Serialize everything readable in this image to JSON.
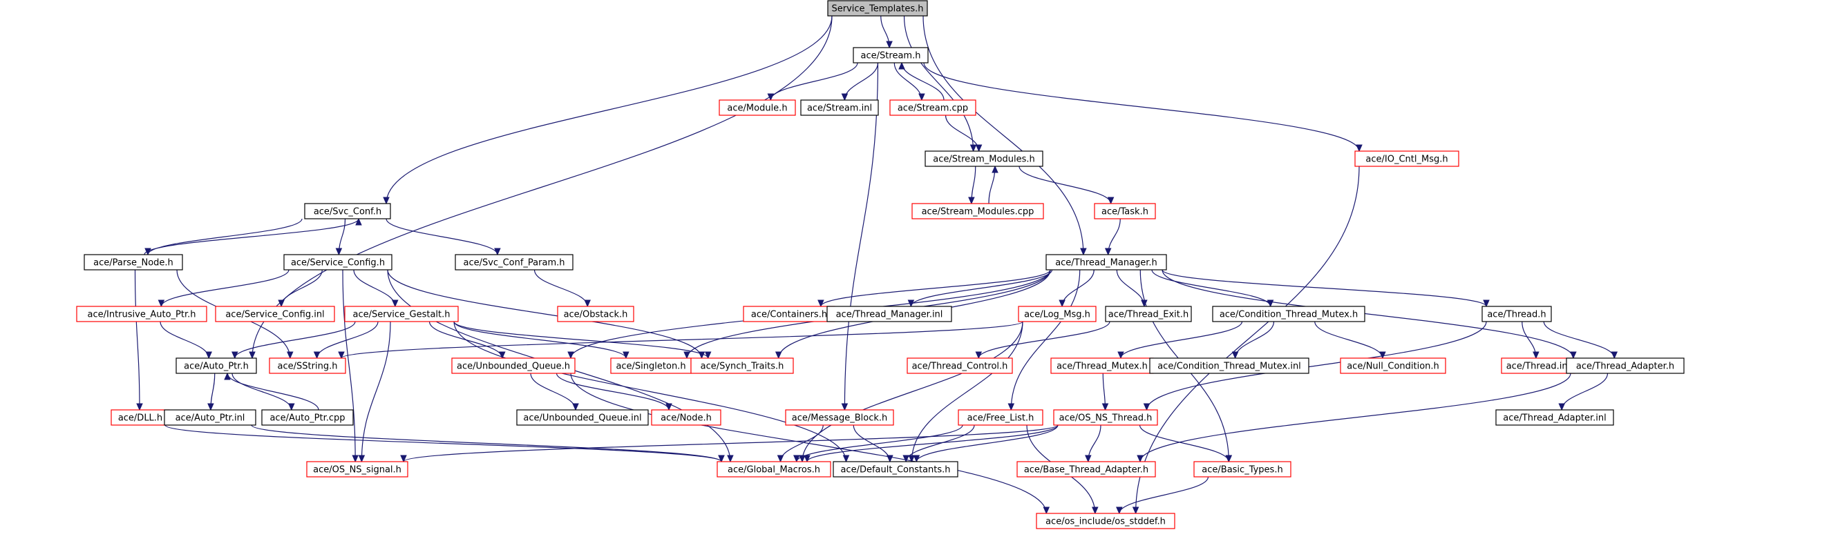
{
  "colors": {
    "edge": "#191970",
    "missing_border": "#ff0000",
    "normal_border": "#000000",
    "root_fill": "#bfbfbf"
  },
  "nodes": {
    "root": {
      "label": "Service_Templates.h",
      "style": "root"
    },
    "stream_h": {
      "label": "ace/Stream.h",
      "style": "black"
    },
    "module_h": {
      "label": "ace/Module.h",
      "style": "red"
    },
    "stream_inl": {
      "label": "ace/Stream.inl",
      "style": "black"
    },
    "stream_cpp": {
      "label": "ace/Stream.cpp",
      "style": "red"
    },
    "io_cntl_msg_h": {
      "label": "ace/IO_Cntl_Msg.h",
      "style": "red"
    },
    "stream_modules_h": {
      "label": "ace/Stream_Modules.h",
      "style": "black"
    },
    "stream_modules_cpp": {
      "label": "ace/Stream_Modules.cpp",
      "style": "red"
    },
    "task_h": {
      "label": "ace/Task.h",
      "style": "red"
    },
    "svc_conf_h": {
      "label": "ace/Svc_Conf.h",
      "style": "black"
    },
    "parse_node_h": {
      "label": "ace/Parse_Node.h",
      "style": "black"
    },
    "service_config_h": {
      "label": "ace/Service_Config.h",
      "style": "black"
    },
    "svc_conf_param_h": {
      "label": "ace/Svc_Conf_Param.h",
      "style": "black"
    },
    "obstack_h": {
      "label": "ace/Obstack.h",
      "style": "red"
    },
    "thread_manager_h": {
      "label": "ace/Thread_Manager.h",
      "style": "black"
    },
    "intrusive_auto_ptr_h": {
      "label": "ace/Intrusive_Auto_Ptr.h",
      "style": "red"
    },
    "service_config_inl": {
      "label": "ace/Service_Config.inl",
      "style": "red"
    },
    "service_gestalt_h": {
      "label": "ace/Service_Gestalt.h",
      "style": "red"
    },
    "containers_h": {
      "label": "ace/Containers.h",
      "style": "red"
    },
    "thread_manager_inl": {
      "label": "ace/Thread_Manager.inl",
      "style": "black"
    },
    "log_msg_h": {
      "label": "ace/Log_Msg.h",
      "style": "red"
    },
    "thread_exit_h": {
      "label": "ace/Thread_Exit.h",
      "style": "black"
    },
    "condition_thread_mutex_h": {
      "label": "ace/Condition_Thread_Mutex.h",
      "style": "black"
    },
    "thread_h": {
      "label": "ace/Thread.h",
      "style": "black"
    },
    "auto_ptr_h": {
      "label": "ace/Auto_Ptr.h",
      "style": "black"
    },
    "sstring_h": {
      "label": "ace/SString.h",
      "style": "red"
    },
    "unbounded_queue_h": {
      "label": "ace/Unbounded_Queue.h",
      "style": "red"
    },
    "singleton_h": {
      "label": "ace/Singleton.h",
      "style": "red"
    },
    "synch_traits_h": {
      "label": "ace/Synch_Traits.h",
      "style": "red"
    },
    "thread_control_h": {
      "label": "ace/Thread_Control.h",
      "style": "red"
    },
    "thread_mutex_h": {
      "label": "ace/Thread_Mutex.h",
      "style": "red"
    },
    "condition_thread_mutex_inl": {
      "label": "ace/Condition_Thread_Mutex.inl",
      "style": "black"
    },
    "null_condition_h": {
      "label": "ace/Null_Condition.h",
      "style": "red"
    },
    "thread_inl": {
      "label": "ace/Thread.inl",
      "style": "red"
    },
    "thread_adapter_h": {
      "label": "ace/Thread_Adapter.h",
      "style": "black"
    },
    "dll_h": {
      "label": "ace/DLL.h",
      "style": "red"
    },
    "auto_ptr_inl": {
      "label": "ace/Auto_Ptr.inl",
      "style": "black"
    },
    "auto_ptr_cpp": {
      "label": "ace/Auto_Ptr.cpp",
      "style": "black"
    },
    "unbounded_queue_inl": {
      "label": "ace/Unbounded_Queue.inl",
      "style": "black"
    },
    "node_h": {
      "label": "ace/Node.h",
      "style": "red"
    },
    "message_block_h": {
      "label": "ace/Message_Block.h",
      "style": "red"
    },
    "free_list_h": {
      "label": "ace/Free_List.h",
      "style": "red"
    },
    "os_ns_thread_h": {
      "label": "ace/OS_NS_Thread.h",
      "style": "red"
    },
    "thread_adapter_inl": {
      "label": "ace/Thread_Adapter.inl",
      "style": "black"
    },
    "os_ns_signal_h": {
      "label": "ace/OS_NS_signal.h",
      "style": "red"
    },
    "global_macros_h": {
      "label": "ace/Global_Macros.h",
      "style": "red"
    },
    "default_constants_h": {
      "label": "ace/Default_Constants.h",
      "style": "black"
    },
    "base_thread_adapter_h": {
      "label": "ace/Base_Thread_Adapter.h",
      "style": "red"
    },
    "basic_types_h": {
      "label": "ace/Basic_Types.h",
      "style": "red"
    },
    "os_stddef_h": {
      "label": "ace/os_include/os_stddef.h",
      "style": "red"
    }
  },
  "edges": [
    [
      "root",
      "stream_h"
    ],
    [
      "root",
      "stream_modules_h"
    ],
    [
      "root",
      "svc_conf_h"
    ],
    [
      "root",
      "thread_manager_h"
    ],
    [
      "root",
      "auto_ptr_h"
    ],
    [
      "stream_h",
      "module_h"
    ],
    [
      "stream_h",
      "stream_inl"
    ],
    [
      "stream_h",
      "stream_cpp"
    ],
    [
      "stream_h",
      "io_cntl_msg_h"
    ],
    [
      "stream_h",
      "message_block_h"
    ],
    [
      "stream_cpp",
      "stream_h"
    ],
    [
      "stream_cpp",
      "stream_modules_h"
    ],
    [
      "stream_modules_h",
      "stream_modules_cpp"
    ],
    [
      "stream_modules_cpp",
      "stream_modules_h"
    ],
    [
      "stream_modules_h",
      "task_h"
    ],
    [
      "task_h",
      "thread_manager_h"
    ],
    [
      "io_cntl_msg_h",
      "os_stddef_h"
    ],
    [
      "svc_conf_h",
      "parse_node_h"
    ],
    [
      "parse_node_h",
      "svc_conf_h"
    ],
    [
      "svc_conf_h",
      "service_config_h"
    ],
    [
      "svc_conf_h",
      "svc_conf_param_h"
    ],
    [
      "svc_conf_param_h",
      "obstack_h"
    ],
    [
      "parse_node_h",
      "dll_h"
    ],
    [
      "parse_node_h",
      "sstring_h"
    ],
    [
      "service_config_h",
      "intrusive_auto_ptr_h"
    ],
    [
      "service_config_h",
      "service_config_inl"
    ],
    [
      "service_config_h",
      "service_gestalt_h"
    ],
    [
      "service_config_h",
      "synch_traits_h"
    ],
    [
      "service_config_h",
      "os_ns_signal_h"
    ],
    [
      "service_config_h",
      "global_macros_h"
    ],
    [
      "intrusive_auto_ptr_h",
      "auto_ptr_h"
    ],
    [
      "service_gestalt_h",
      "auto_ptr_h"
    ],
    [
      "service_gestalt_h",
      "sstring_h"
    ],
    [
      "service_gestalt_h",
      "unbounded_queue_h"
    ],
    [
      "service_gestalt_h",
      "singleton_h"
    ],
    [
      "service_gestalt_h",
      "synch_traits_h"
    ],
    [
      "service_gestalt_h",
      "os_ns_signal_h"
    ],
    [
      "service_gestalt_h",
      "default_constants_h"
    ],
    [
      "thread_manager_h",
      "containers_h"
    ],
    [
      "thread_manager_h",
      "thread_manager_inl"
    ],
    [
      "thread_manager_h",
      "log_msg_h"
    ],
    [
      "thread_manager_h",
      "thread_exit_h"
    ],
    [
      "thread_manager_h",
      "condition_thread_mutex_h"
    ],
    [
      "thread_manager_h",
      "thread_h"
    ],
    [
      "thread_manager_h",
      "singleton_h"
    ],
    [
      "thread_manager_h",
      "synch_traits_h"
    ],
    [
      "thread_manager_h",
      "unbounded_queue_h"
    ],
    [
      "thread_manager_h",
      "free_list_h"
    ],
    [
      "thread_manager_h",
      "thread_adapter_h"
    ],
    [
      "thread_manager_h",
      "basic_types_h"
    ],
    [
      "log_msg_h",
      "global_macros_h"
    ],
    [
      "log_msg_h",
      "default_constants_h"
    ],
    [
      "log_msg_h",
      "sstring_h"
    ],
    [
      "thread_exit_h",
      "thread_control_h"
    ],
    [
      "condition_thread_mutex_h",
      "thread_mutex_h"
    ],
    [
      "condition_thread_mutex_h",
      "condition_thread_mutex_inl"
    ],
    [
      "condition_thread_mutex_h",
      "null_condition_h"
    ],
    [
      "thread_mutex_h",
      "os_ns_thread_h"
    ],
    [
      "thread_h",
      "thread_inl"
    ],
    [
      "thread_h",
      "thread_adapter_h"
    ],
    [
      "thread_h",
      "os_ns_thread_h"
    ],
    [
      "thread_adapter_h",
      "thread_adapter_inl"
    ],
    [
      "thread_adapter_h",
      "base_thread_adapter_h"
    ],
    [
      "auto_ptr_h",
      "auto_ptr_inl"
    ],
    [
      "auto_ptr_h",
      "auto_ptr_cpp"
    ],
    [
      "auto_ptr_cpp",
      "auto_ptr_h"
    ],
    [
      "auto_ptr_inl",
      "global_macros_h"
    ],
    [
      "dll_h",
      "global_macros_h"
    ],
    [
      "unbounded_queue_h",
      "unbounded_queue_inl"
    ],
    [
      "unbounded_queue_h",
      "node_h"
    ],
    [
      "unbounded_queue_h",
      "os_stddef_h"
    ],
    [
      "message_block_h",
      "global_macros_h"
    ],
    [
      "message_block_h",
      "default_constants_h"
    ],
    [
      "free_list_h",
      "global_macros_h"
    ],
    [
      "free_list_h",
      "default_constants_h"
    ],
    [
      "free_list_h",
      "os_stddef_h"
    ],
    [
      "os_ns_thread_h",
      "global_macros_h"
    ],
    [
      "os_ns_thread_h",
      "base_thread_adapter_h"
    ],
    [
      "os_ns_thread_h",
      "basic_types_h"
    ],
    [
      "os_ns_thread_h",
      "os_ns_signal_h"
    ],
    [
      "os_ns_thread_h",
      "default_constants_h"
    ],
    [
      "basic_types_h",
      "os_stddef_h"
    ]
  ]
}
